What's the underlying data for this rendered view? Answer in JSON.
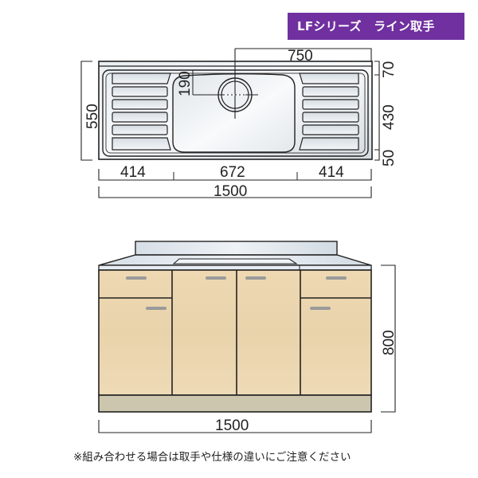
{
  "header": {
    "series_badge": "LFシリーズ　ライン取手",
    "badge_color": "#7030a0"
  },
  "top_view": {
    "label": "sink-top-plan-view",
    "dimensions": {
      "depth_total": "550",
      "width_drain_offset": "750",
      "drain_from_back": "190",
      "back_margin": "70",
      "bowl_depth": "430",
      "front_margin": "50",
      "left_drainboard": "414",
      "bowl_width": "672",
      "right_drainboard": "414",
      "width_total": "1500"
    }
  },
  "front_view": {
    "label": "cabinet-front-elevation",
    "dimensions": {
      "height": "800",
      "width": "1500"
    },
    "colors": {
      "wood": "#ecd6b0",
      "plinth": "#cbc6ad",
      "handle": "#9a9a9a",
      "counter": "#dfe6ec"
    }
  },
  "footer": {
    "note": "※組み合わせる場合は取手や仕様の違いにご注意ください"
  }
}
